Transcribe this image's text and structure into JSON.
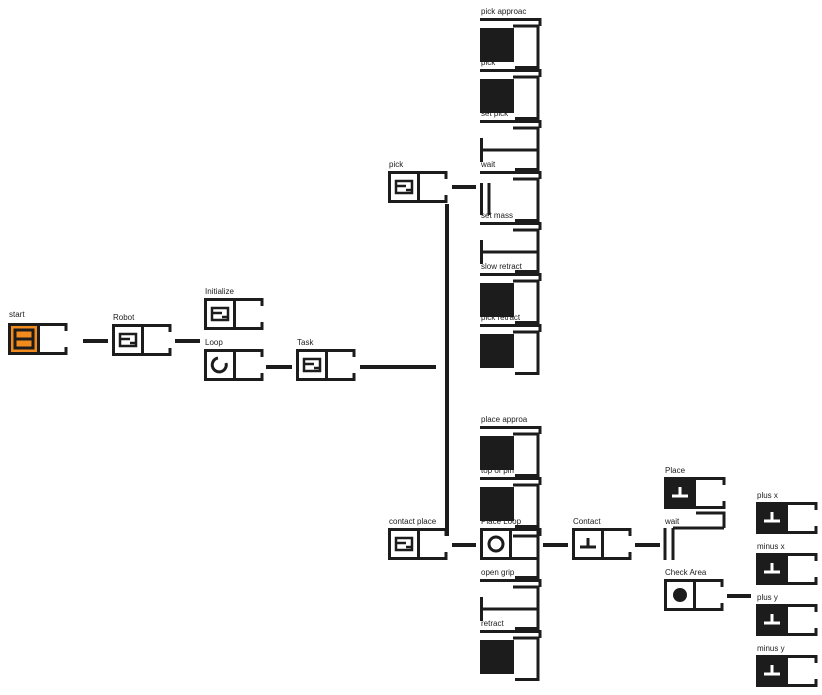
{
  "colors": {
    "ink": "#1c1c1c",
    "accent": "#f28a1e",
    "paper": "#ffffff"
  },
  "nodes": {
    "start": {
      "label": "start",
      "icon": "sequence-icon"
    },
    "robot": {
      "label": "Robot",
      "icon": "sequence-icon"
    },
    "initialize": {
      "label": "Initialize",
      "icon": "sequence-icon"
    },
    "loop": {
      "label": "Loop",
      "icon": "loop-icon"
    },
    "task": {
      "label": "Task",
      "icon": "sequence-icon"
    },
    "pick": {
      "label": "pick",
      "icon": "sequence-icon"
    },
    "pick_approach": {
      "label": "pick approac",
      "icon": "motion-block"
    },
    "pick_step": {
      "label": "pick",
      "icon": "motion-block"
    },
    "set_pick": {
      "label": "set pick",
      "icon": "setter-icon"
    },
    "wait_1": {
      "label": "wait",
      "icon": "wait-icon"
    },
    "set_mass": {
      "label": "set mass",
      "icon": "setter-icon"
    },
    "slow_retract": {
      "label": "slow retract",
      "icon": "motion-block"
    },
    "pick_retract": {
      "label": "pick retract",
      "icon": "motion-block"
    },
    "contact_place": {
      "label": "contact place",
      "icon": "sequence-icon"
    },
    "place_approach": {
      "label": "place approa",
      "icon": "motion-block"
    },
    "top_of_pin": {
      "label": "top of pin",
      "icon": "motion-block"
    },
    "place_loop": {
      "label": "Place Loop",
      "icon": "ring-icon"
    },
    "open_grip": {
      "label": "open grip",
      "icon": "setter-icon"
    },
    "retract": {
      "label": "retract",
      "icon": "motion-block"
    },
    "contact": {
      "label": "Contact",
      "icon": "contact-icon"
    },
    "place": {
      "label": "Place",
      "icon": "contact-icon"
    },
    "wait_2": {
      "label": "wait",
      "icon": "wait-icon"
    },
    "check_area": {
      "label": "Check Area",
      "icon": "dot-icon"
    },
    "plus_x": {
      "label": "plus x",
      "icon": "contact-icon"
    },
    "minus_x": {
      "label": "minus x",
      "icon": "contact-icon"
    },
    "plus_y": {
      "label": "plus y",
      "icon": "contact-icon"
    },
    "minus_y": {
      "label": "minus y",
      "icon": "contact-icon"
    }
  },
  "edges": [
    [
      "start",
      "robot"
    ],
    [
      "robot",
      "initialize"
    ],
    [
      "robot",
      "loop"
    ],
    [
      "loop",
      "task"
    ],
    [
      "task",
      "pick"
    ],
    [
      "task",
      "contact_place"
    ],
    [
      "pick",
      "pick_approach"
    ],
    [
      "contact_place",
      "place_approach"
    ],
    [
      "place_loop",
      "contact"
    ],
    [
      "contact",
      "place"
    ],
    [
      "check_area",
      "plus_x"
    ]
  ]
}
